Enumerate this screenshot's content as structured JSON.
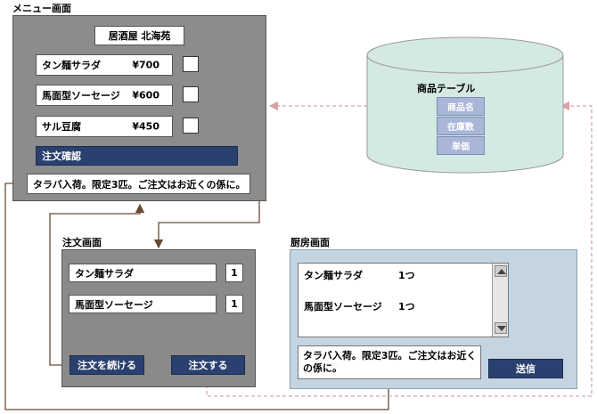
{
  "menu_screen": {
    "title": "メニュー画面",
    "shop_name": "居酒屋 北海苑",
    "items": [
      {
        "name": "タン麺サラダ",
        "price": "¥700"
      },
      {
        "name": "馬面型ソーセージ",
        "price": "¥600"
      },
      {
        "name": "サル豆腐",
        "price": "¥450"
      }
    ],
    "confirm_label": "注文確認",
    "notice": "タラバ入荷。限定3匹。ご注文はお近くの係に。"
  },
  "product_table": {
    "title": "商品テーブル",
    "fields": [
      "商品名",
      "在庫数",
      "単価"
    ]
  },
  "order_screen": {
    "title": "注文画面",
    "rows": [
      {
        "name": "タン麺サラダ",
        "qty": "1"
      },
      {
        "name": "馬面型ソーセージ",
        "qty": "1"
      }
    ],
    "continue_label": "注文を続ける",
    "order_label": "注文する"
  },
  "kitchen_screen": {
    "title": "厨房画面",
    "list": [
      {
        "name": "タン麺サラダ",
        "qty": "1つ"
      },
      {
        "name": "馬面型ソーセージ",
        "qty": "1つ"
      }
    ],
    "message_line1": "タラバ入荷。限定3匹。ご注文はお近く",
    "message_line2": "の係に。",
    "send_label": "送信"
  },
  "colors": {
    "accent": "#2a416f",
    "cylinder": "#d4e9e3",
    "dashed_arrow": "#d9a3a3",
    "solid_arrow": "#6b4a33"
  }
}
